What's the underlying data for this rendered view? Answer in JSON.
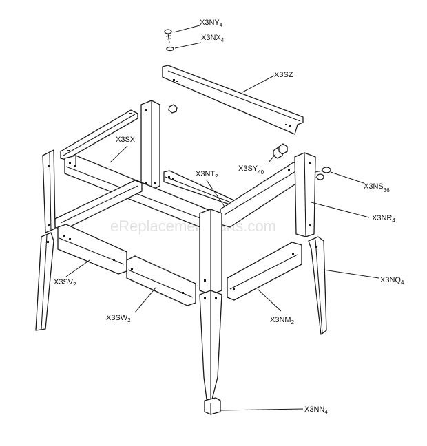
{
  "watermark": "eReplacementParts.com",
  "labels": {
    "ny": {
      "base": "X3NY",
      "sub": "4"
    },
    "nx": {
      "base": "X3NX",
      "sub": "4"
    },
    "sz": {
      "base": "X3SZ",
      "sub": ""
    },
    "sx": {
      "base": "X3SX",
      "sub": ""
    },
    "nt": {
      "base": "X3NT",
      "sub": "2"
    },
    "sy": {
      "base": "X3SY",
      "sub": "40"
    },
    "ns": {
      "base": "X3NS",
      "sub": "36"
    },
    "nr": {
      "base": "X3NR",
      "sub": "4"
    },
    "sv": {
      "base": "X3SV",
      "sub": "2"
    },
    "nq": {
      "base": "X3NQ",
      "sub": "4"
    },
    "sw": {
      "base": "X3SW",
      "sub": "2"
    },
    "nm": {
      "base": "X3NM",
      "sub": "2"
    },
    "nn": {
      "base": "X3NN",
      "sub": "4"
    }
  }
}
